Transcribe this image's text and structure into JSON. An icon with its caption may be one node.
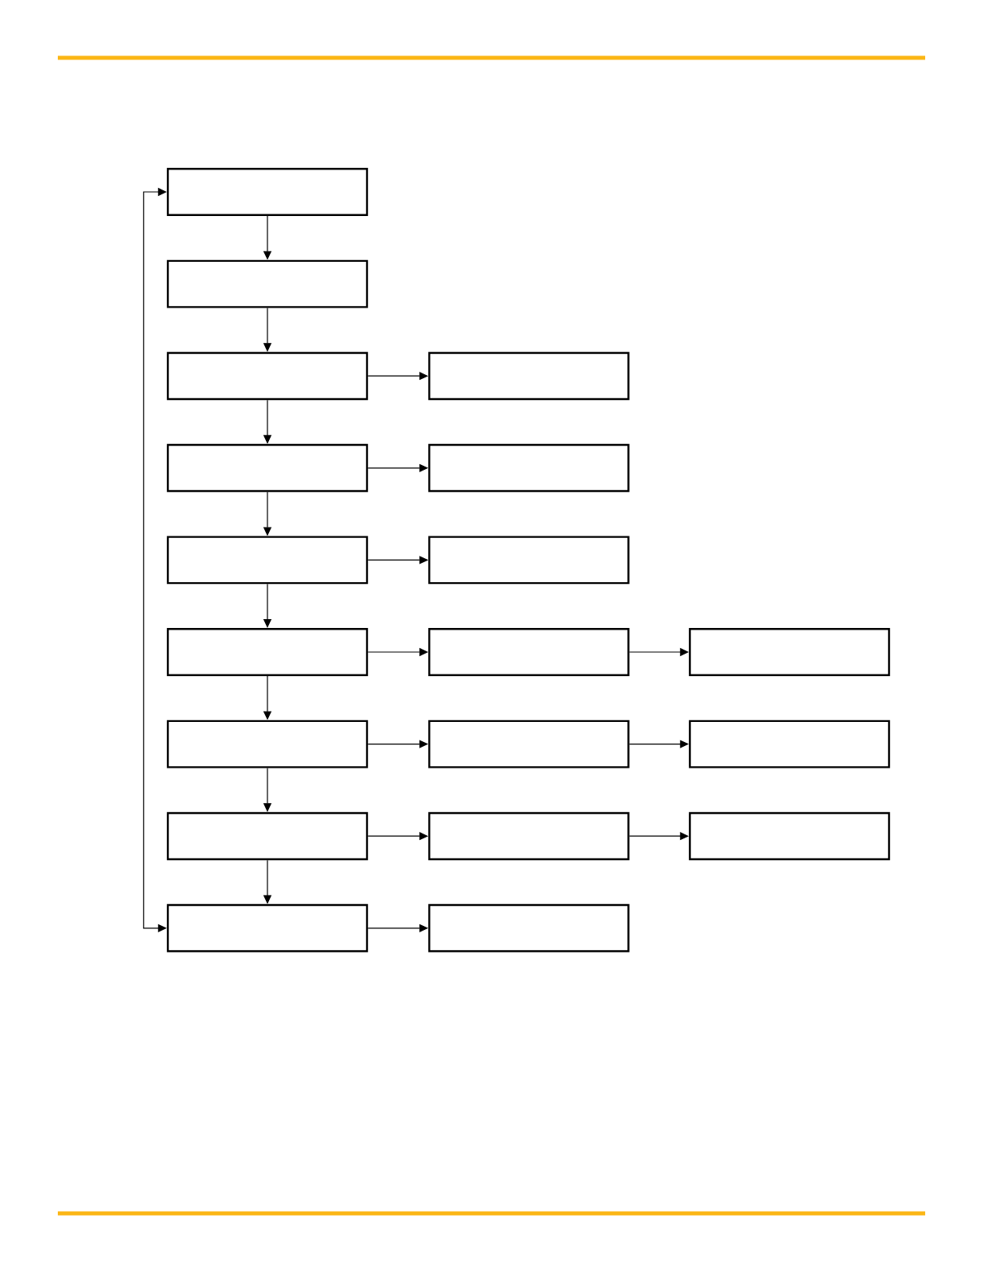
{
  "diagram": {
    "nodes": [
      {
        "text": [],
        "shape": "box"
      },
      {
        "text": [],
        "shape": "box"
      },
      {
        "text": [],
        "shape": "box"
      },
      {
        "text": [],
        "shape": "box"
      },
      {
        "text": [],
        "shape": "box"
      },
      {
        "text": [],
        "shape": "box"
      },
      {
        "text": [],
        "shape": "box"
      },
      {
        "text": [],
        "shape": "box"
      },
      {
        "text": [],
        "shape": "box"
      },
      {
        "text": [],
        "shape": "box"
      },
      {
        "text": [],
        "shape": "box"
      },
      {
        "text": [],
        "shape": "box"
      },
      {
        "text": [],
        "shape": "box"
      },
      {
        "text": [],
        "shape": "box"
      },
      {
        "text": [],
        "shape": "box"
      },
      {
        "text": [],
        "shape": "box"
      },
      {
        "text": [],
        "shape": "box"
      },
      {
        "text": [],
        "shape": "box"
      },
      {
        "text": [],
        "shape": "box"
      }
    ],
    "edges": [
      {
        "from": 0,
        "to": 1,
        "arrow": "to"
      },
      {
        "from": 1,
        "to": 2,
        "arrow": "to"
      },
      {
        "from": 2,
        "to": 3,
        "arrow": "to"
      },
      {
        "from": 2,
        "to": 4,
        "arrow": "to"
      },
      {
        "from": 4,
        "to": 5,
        "arrow": "to"
      },
      {
        "from": 4,
        "to": 6,
        "arrow": "to"
      },
      {
        "from": 6,
        "to": 7,
        "arrow": "to"
      },
      {
        "from": 6,
        "to": 8,
        "arrow": "to"
      },
      {
        "from": 8,
        "to": 9,
        "arrow": "to"
      },
      {
        "from": 9,
        "to": 10,
        "arrow": "to"
      },
      {
        "from": 8,
        "to": 11,
        "arrow": "to"
      },
      {
        "from": 11,
        "to": 12,
        "arrow": "to"
      },
      {
        "from": 12,
        "to": 13,
        "arrow": "to"
      },
      {
        "from": 11,
        "to": 14,
        "arrow": "to"
      },
      {
        "from": 14,
        "to": 15,
        "arrow": "to"
      },
      {
        "from": 15,
        "to": 16,
        "arrow": "to"
      },
      {
        "from": 14,
        "to": 17,
        "arrow": "to"
      },
      {
        "from": 17,
        "to": 18,
        "arrow": "to"
      },
      {
        "from": 17,
        "to": 0,
        "arrow": "both"
      }
    ]
  }
}
